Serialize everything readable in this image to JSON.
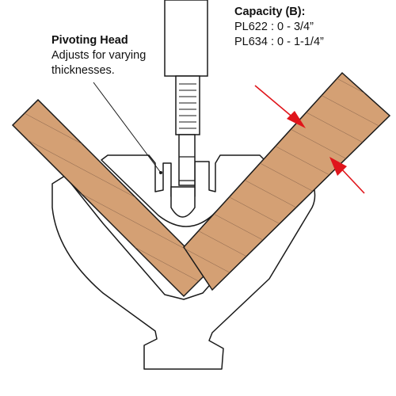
{
  "head_label": {
    "title": "Pivoting Head",
    "line1": "Adjusts for varying",
    "line2": "thicknesses."
  },
  "capacity_label": {
    "title": "Capacity (B):",
    "row1": "PL622 : 0 - 3/4”",
    "row2": "PL634 : 0 - 1-1/4”"
  },
  "colors": {
    "wood": "#d4a074",
    "grain": "#7a5a45",
    "outline": "#1a1a1a",
    "arrow": "#e0151b",
    "background": "#ffffff"
  }
}
